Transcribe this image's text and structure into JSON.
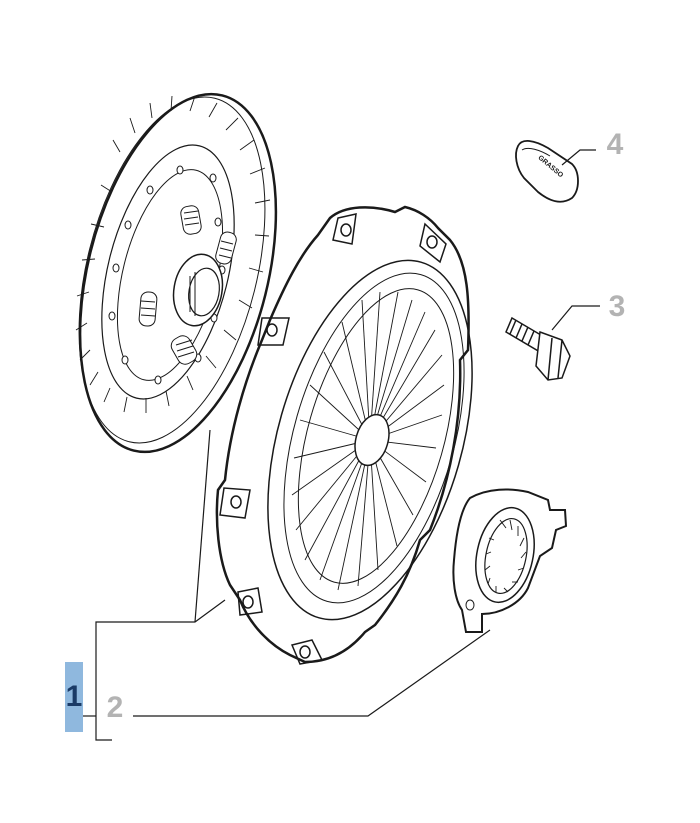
{
  "callouts": {
    "one": "1",
    "two": "2",
    "three": "3",
    "four": "4"
  },
  "grease_text": "GRASSO",
  "colors": {
    "line": "#1a1a1a",
    "callout_text": "#b3b3b3",
    "highlight_bg": "#8fb8de",
    "highlight_text": "#1a3a66"
  },
  "parts": [
    "clutch-disc",
    "pressure-plate",
    "release-bearing",
    "bolt",
    "grease-tube"
  ]
}
